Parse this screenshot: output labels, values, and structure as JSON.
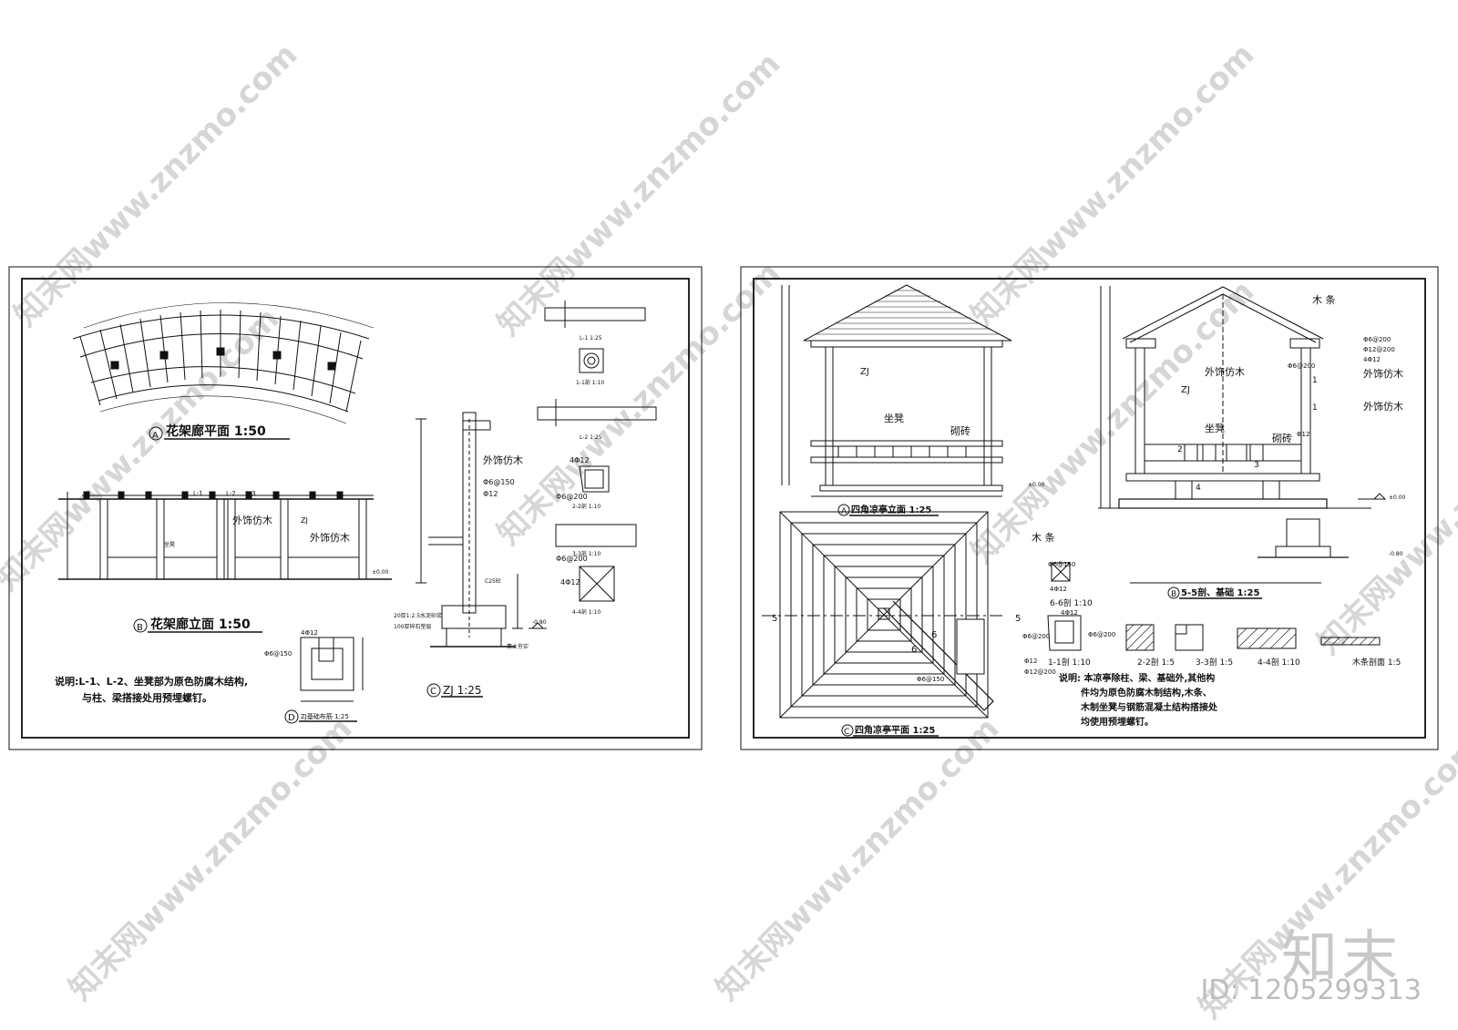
{
  "sheet_left": {
    "plan_title": "花架廊平面 1:50",
    "plan_mark": "A",
    "elev_title": "花架廊立面 1:50",
    "elev_mark": "B",
    "zj_title": "ZJ 1:25",
    "zj_mark": "C",
    "base_title": "ZJ基础布筋 1:25",
    "base_mark": "D",
    "note_line1": "说明:L-1、L-2、坐凳部为原色防腐木结构,",
    "note_line2": "与柱、梁搭接处用预埋螺钉。",
    "labels": {
      "finish1": "外饰仿木",
      "finish2": "外饰仿木",
      "finish3": "外饰仿木",
      "zj": "ZJ",
      "l1": "L-1",
      "l2": "L-2",
      "l3": "L-3",
      "rebar1": "Φ6@150",
      "rebar2": "Φ12",
      "rebar3": "4Φ12",
      "rebar4": "Φ6@200",
      "rebar5": "4Φ12",
      "rebar6": "Φ6@150",
      "rebar7": "4Φ12",
      "rebar8": "Φ6@200",
      "sec_l1": "L-1 1:25",
      "sec_l2": "L-2 1:25",
      "sec_11": "1-1剖 1:10",
      "sec_22": "2-2剖 1:10",
      "sec_33": "3-3剖 1:10",
      "sec_44": "4-4剖 1:10",
      "gravel": "100厚碎石垫层",
      "mortar": "20厚1:2.5水泥砂浆",
      "soil": "素土夯实",
      "seat": "坐凳",
      "level": "±0.00",
      "level2": "-0.80",
      "c25": "C25砼"
    }
  },
  "sheet_right": {
    "elev_title": "四角凉亭立面 1:25",
    "elev_mark": "A",
    "sec_title": "5-5剖、基础 1:25",
    "sec_mark": "B",
    "plan_title": "四角凉亭平面 1:25",
    "plan_mark": "C",
    "labels": {
      "zj1": "ZJ",
      "zj2": "ZJ",
      "seat1": "坐凳",
      "seat2": "坐凳",
      "brick1": "砌砖",
      "brick2": "砌砖",
      "wood1": "木 条",
      "wood2": "木 条",
      "finish1": "外饰仿木",
      "finish2": "外饰仿木",
      "finish3": "外饰仿木",
      "rebar1": "Φ6@200",
      "rebar2": "Φ12@200",
      "rebar3": "4Φ12",
      "rebar4": "Φ6@200",
      "rebar5": "Φ12",
      "rebar6": "Φ6@150",
      "rebar7": "4Φ12",
      "rebar8": "Φ6@200",
      "rebar9": "Φ12",
      "rebar10": "Φ12@200",
      "rebar11": "Φ6@150",
      "rebar12": "4Φ12",
      "rebar13": "Φ6@200",
      "sec_66": "6-6剖 1:10",
      "sec_11": "1-1剖 1:10",
      "sec_22": "2-2剖 1:5",
      "sec_33": "3-3剖 1:5",
      "sec_44": "4-4剖 1:10",
      "sec_wood": "木条剖面 1:5",
      "five_a": "5",
      "five_b": "5",
      "six_a": "6",
      "six_b": "6",
      "level": "±0.00",
      "level2": "-0.80",
      "one_a": "1",
      "one_b": "1",
      "two": "2",
      "three": "3",
      "four": "4"
    },
    "note_line1": "说明:  本凉亭除柱、梁、基础外,其他构",
    "note_line2": "件均为原色防腐木制结构,木条、",
    "note_line3": "木制坐凳与钢筋混凝土结构搭接处",
    "note_line4": "均使用预埋螺钉。"
  },
  "watermark": {
    "text": "知末网www.znzmo.com",
    "brand": "知末",
    "id": "ID: 1205299313"
  }
}
